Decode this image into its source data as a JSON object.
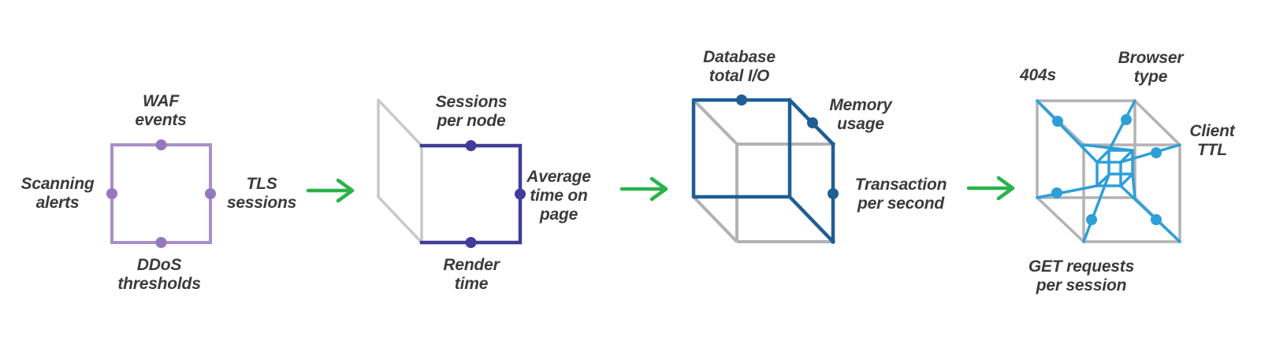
{
  "colors": {
    "background": "#ffffff",
    "text": "#3b3b3d",
    "purple": "#a88fcb",
    "purple_dot": "#9678bd",
    "indigo": "#413c99",
    "steel_blue": "#1e5e94",
    "light_blue": "#2d9fd8",
    "gray_light": "#c9c9cc",
    "gray": "#b2b2b5",
    "green": "#2ab24b"
  },
  "diagram": {
    "stages": [
      {
        "shape": "square",
        "labels": {
          "top": "WAF\nevents",
          "left": "Scanning\nalerts",
          "right": "TLS\nsessions",
          "bottom": "DDoS\nthresholds"
        }
      },
      {
        "shape": "unfolding-square",
        "labels": {
          "top": "Sessions\nper node",
          "right": "Average\ntime on\npage",
          "bottom": "Render\ntime"
        }
      },
      {
        "shape": "cube",
        "labels": {
          "top": "Database\ntotal I/O",
          "upper_right": "Memory\nusage",
          "right": "Transaction\nper second"
        }
      },
      {
        "shape": "tesseract",
        "labels": {
          "upper_left": "404s",
          "top": "Browser\ntype",
          "right": "Client\nTTL",
          "bottom": "GET requests\nper session"
        }
      }
    ]
  }
}
